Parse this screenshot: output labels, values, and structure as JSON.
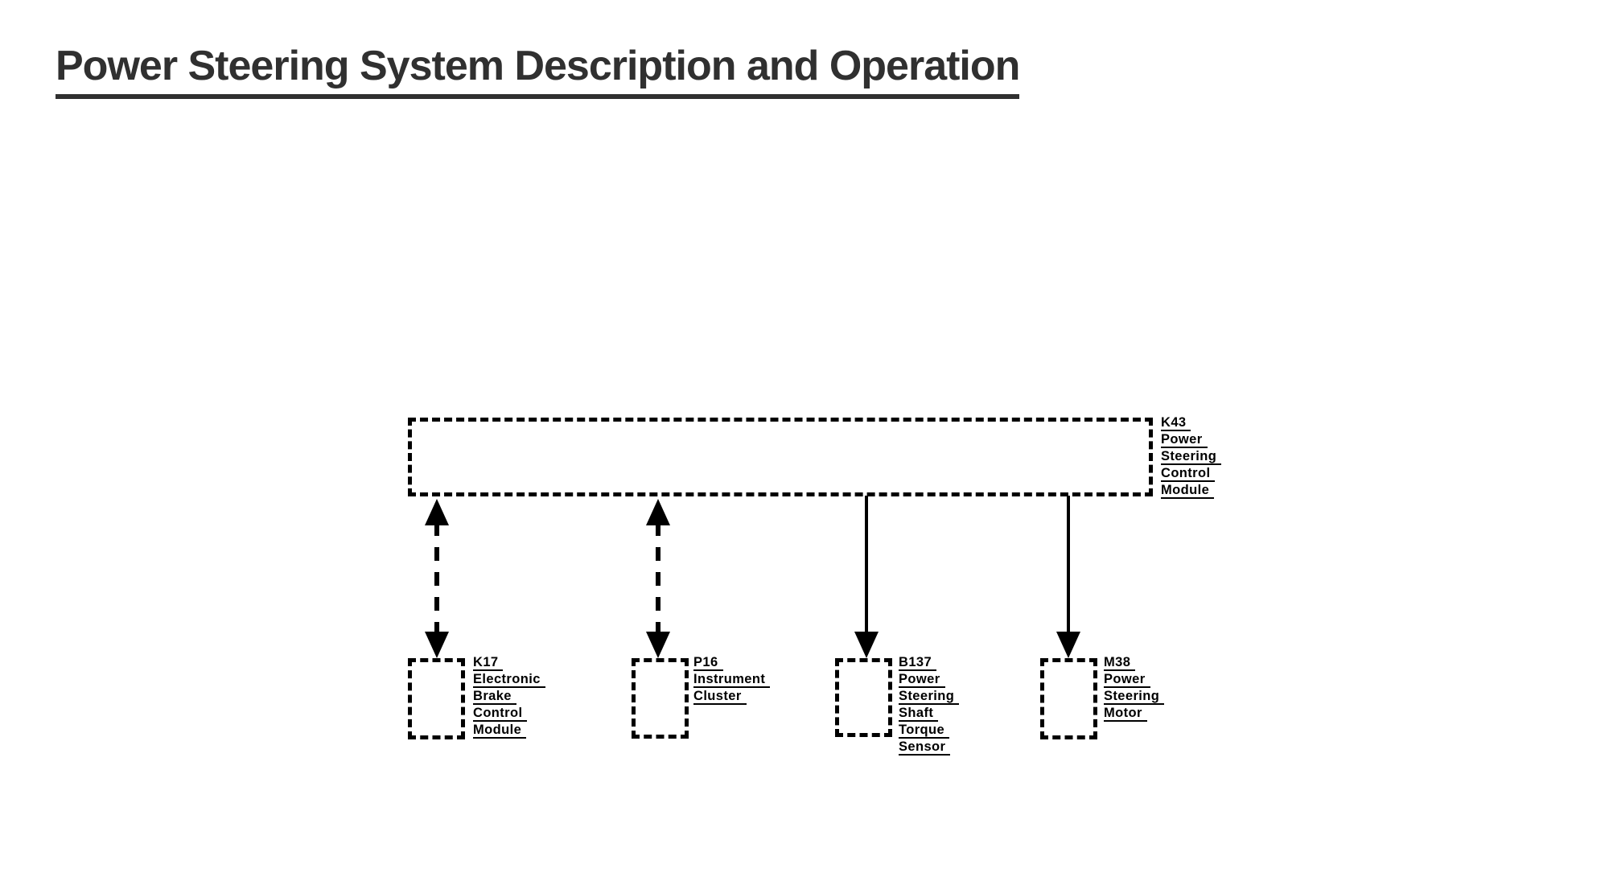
{
  "page": {
    "title": "Power Steering System Description and Operation"
  },
  "diagram": {
    "colors": {
      "line": "#000000",
      "title_text": "#303030",
      "background": "#ffffff"
    },
    "nodes": {
      "k43": {
        "code": "K43",
        "name": "Power Steering Control Module",
        "lines": [
          "K43",
          "Power",
          "Steering",
          "Control",
          "Module"
        ]
      },
      "k17": {
        "code": "K17",
        "name": "Electronic Brake Control Module",
        "lines": [
          "K17",
          "Electronic",
          "Brake",
          "Control",
          "Module"
        ]
      },
      "p16": {
        "code": "P16",
        "name": "Instrument Cluster",
        "lines": [
          "P16",
          "Instrument",
          "Cluster"
        ]
      },
      "b137": {
        "code": "B137",
        "name": "Power Steering Shaft Torque Sensor",
        "lines": [
          "B137",
          "Power",
          "Steering",
          "Shaft",
          "Torque",
          "Sensor"
        ]
      },
      "m38": {
        "code": "M38",
        "name": "Power Steering Motor",
        "lines": [
          "M38",
          "Power",
          "Steering",
          "Motor"
        ]
      }
    },
    "connections": [
      {
        "from": "k43",
        "to": "k17",
        "style": "dashed",
        "direction": "bidirectional"
      },
      {
        "from": "k43",
        "to": "p16",
        "style": "dashed",
        "direction": "bidirectional"
      },
      {
        "from": "k43",
        "to": "b137",
        "style": "solid",
        "direction": "to-node"
      },
      {
        "from": "k43",
        "to": "m38",
        "style": "solid",
        "direction": "to-node"
      }
    ]
  }
}
